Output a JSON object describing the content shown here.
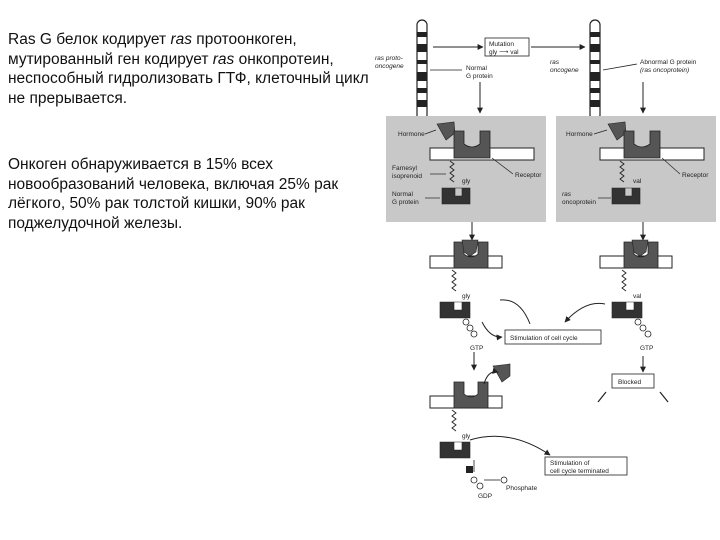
{
  "text": {
    "p1_part1": "Ras G белок кодирует ",
    "p1_ras1": "ras",
    "p1_part2": " протоонкоген, мутированный ген кодирует ",
    "p1_ras2": "ras",
    "p1_part3": " онкопротеин, неспособный гидролизовать ГТФ, клеточный цикл не прерывается.",
    "p2": "Онкоген обнаруживается в 15% всех новообразований человека, включая 25% рак лёгкого, 50% рак толстой кишки, 90% рак поджелудочной железы."
  },
  "diagram": {
    "ras_protooncogene_1": "ras proto-",
    "ras_protooncogene_2": "oncogene",
    "mutation_1": "Mutation",
    "mutation_2": "gly ⟶ val",
    "normal_gprotein_1": "Normal",
    "normal_gprotein_2": "G protein",
    "ras_oncogene_1": "ras",
    "ras_oncogene_2": "oncogene",
    "abnormal_gprotein_1": "Abnormal G protein",
    "abnormal_gprotein_2": "(ras oncoprotein)",
    "hormone_left": "Hormone",
    "hormone_right": "Hormone",
    "receptor_left": "Receptor",
    "receptor_right": "Receptor",
    "farnesyl_1": "Farnesyl",
    "farnesyl_2": "isoprenoid",
    "normal_g_1": "Normal",
    "normal_g_2": "G protein",
    "ras_onco_1": "ras",
    "ras_onco_2": "oncoprotein",
    "gly_1": "gly",
    "val_1": "val",
    "gly_2": "gly",
    "val_2": "val",
    "gly_3": "gly",
    "gtp_left": "GTP",
    "gtp_right": "GTP",
    "stimulation": "Stimulation of cell cycle",
    "blocked": "Blocked",
    "stim_term_1": "Stimulation of",
    "stim_term_2": "cell cycle terminated",
    "gdp": "GDP",
    "phosphate": "Phosphate"
  }
}
